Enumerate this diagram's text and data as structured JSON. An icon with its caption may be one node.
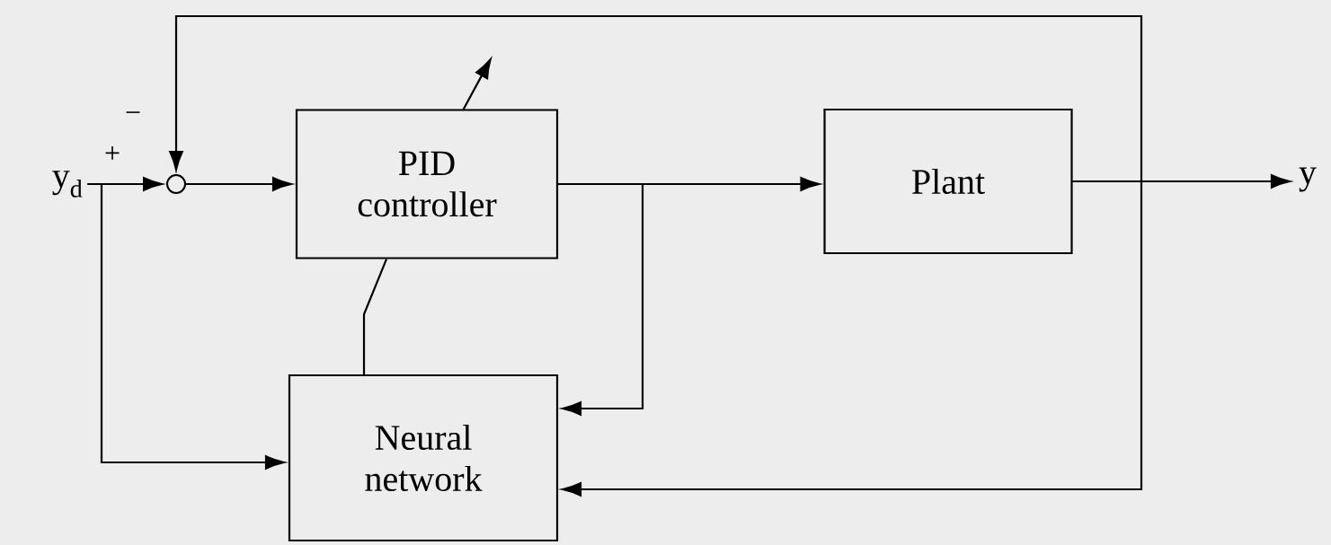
{
  "diagram": {
    "nodes": [
      {
        "text": [
          "y$_{d}$"
        ]
      },
      {
        "text": [],
        "shape": "circle"
      },
      {
        "text": [
          "PID controller"
        ]
      },
      {
        "text": [
          "Plant"
        ]
      },
      {
        "text": [
          "y"
        ]
      },
      {
        "text": [
          "Neural network"
        ]
      }
    ],
    "edges": [
      {
        "from": 0,
        "to": 1,
        "arrow": "to"
      },
      {
        "from": 1,
        "to": 2,
        "arrow": "to"
      },
      {
        "from": 2,
        "to": 3,
        "arrow": "to"
      },
      {
        "from": 3,
        "to": 4,
        "arrow": "to"
      },
      {
        "from": 3,
        "to": 1,
        "arrow": "to"
      },
      {
        "from": 3,
        "to": 5,
        "arrow": "to"
      },
      {
        "from": 0,
        "to": 5,
        "arrow": "to"
      },
      {
        "from": 2,
        "to": 5,
        "arrow": "to"
      },
      {
        "from": 5,
        "to": 2,
        "arrow": "none"
      }
    ],
    "labels": [
      "+",
      "−"
    ]
  }
}
